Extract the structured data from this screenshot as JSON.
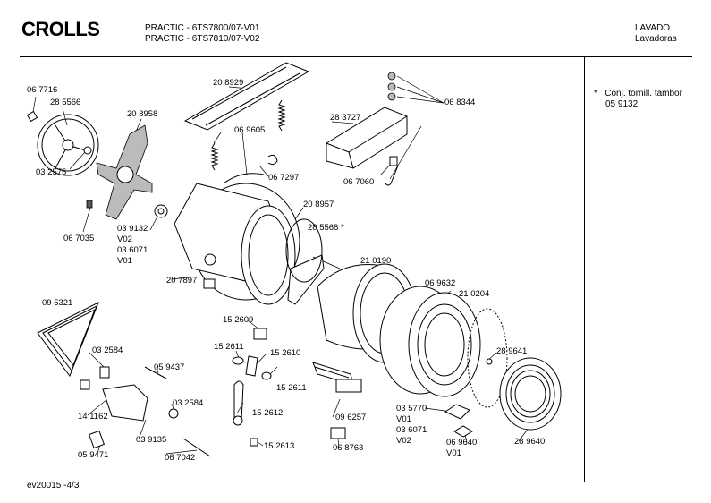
{
  "header": {
    "brand": "CROLLS",
    "model_line_1": "PRACTIC - 6TS7800/07-V01",
    "model_line_2": "PRACTIC - 6TS7810/07-V02",
    "category_1": "LAVADO",
    "category_2": "Lavadoras"
  },
  "note": {
    "asterisk": "*",
    "text": "Conj. tornill. tambor",
    "part": "05 9132"
  },
  "footer": {
    "code": "ev20015 -4/3"
  },
  "labels": {
    "p067716": "06 7716",
    "p285566": "28 5566",
    "p208958": "20 8958",
    "p032575": "03 2575",
    "p067035": "06 7035",
    "p039132": "03 9132",
    "v02a": "V02",
    "p036071a": "03 6071",
    "v01a": "V01",
    "p208929": "20 8929",
    "p069605": "06 9605",
    "p067297": "06 7297",
    "p283727": "28 3727",
    "p068344": "06 8344",
    "p067060": "06 7060",
    "p208957": "20 8957",
    "p285568": "28 5568 *",
    "p210190": "21 0190",
    "p069632": "06 9632",
    "p210204": "21 0204",
    "p207897": "20 7897",
    "p095321": "09 5321",
    "p152609": "15 2609",
    "p152611a": "15 2611",
    "p152610": "15 2610",
    "p152611b": "15 2611",
    "p032584a": "03 2584",
    "p059437": "05 9437",
    "p032584b": "03 2584",
    "p141162": "14 1162",
    "p039135": "03 9135",
    "p152612": "15 2612",
    "p059471": "05 9471",
    "p067042": "06 7042",
    "p152613": "15 2613",
    "p096257": "09 6257",
    "p068763": "06 8763",
    "p035770": "03 5770",
    "v01b": "V01",
    "p036071b": "03 6071",
    "v02b": "V02",
    "p069640": "06 9640",
    "v01c": "V01",
    "p289641": "28 9641",
    "p289640": "28 9640"
  }
}
